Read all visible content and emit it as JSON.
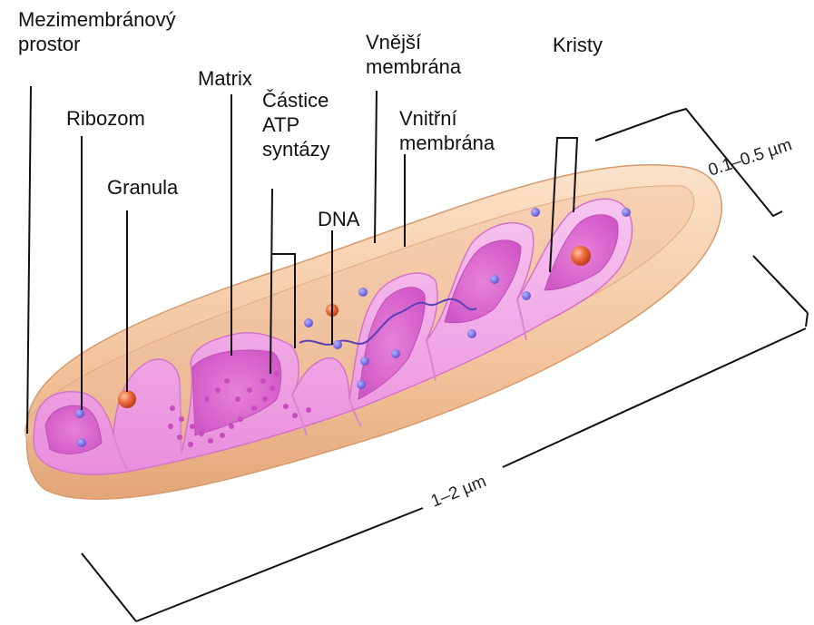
{
  "labels": {
    "intermembrane": [
      "Mezimembránový",
      "prostor"
    ],
    "ribosome": "Ribozom",
    "granule": "Granula",
    "matrix": "Matrix",
    "atp_synthase": [
      "Částice",
      "ATP",
      "syntázy"
    ],
    "dna": "DNA",
    "outer_membrane": [
      "Vnější",
      "membrána"
    ],
    "inner_membrane": [
      "Vnitřní",
      "membrána"
    ],
    "cristae": "Kristy"
  },
  "dimensions": {
    "width": "0.1–0.5 µm",
    "length": "1–2 µm"
  },
  "colors": {
    "outer_membrane": "#f3c39b",
    "outer_shadow": "#e2a678",
    "inner_wall": "#f2a9e8",
    "matrix": "#e46fd4",
    "matrix_dark": "#c94fc0",
    "ribosome": "#7a6ee8",
    "granule": "#ec6a3c"
  }
}
